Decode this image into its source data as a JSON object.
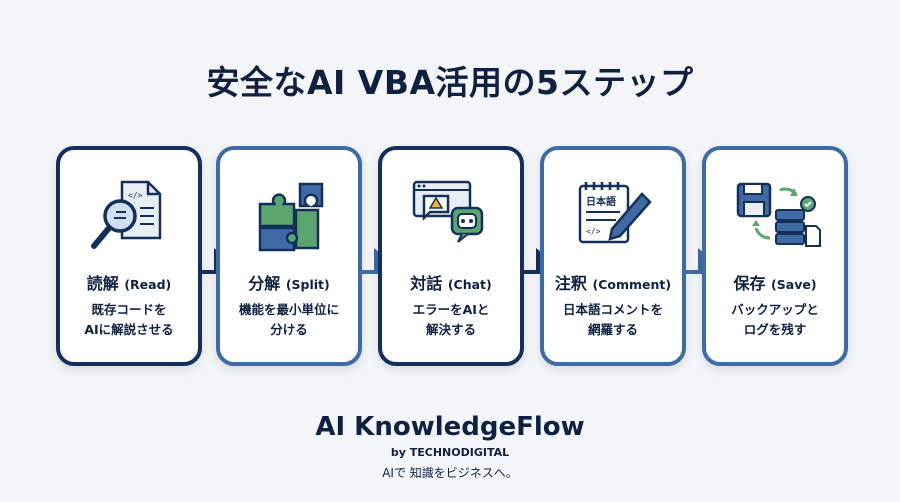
{
  "title": "安全なAI VBA活用の5ステップ",
  "steps": [
    {
      "title": "読解",
      "title_en": "(Read)",
      "line1": "既存コードを",
      "line2": "AIに解説させる",
      "icon": "magnifier-document-icon"
    },
    {
      "title": "分解",
      "title_en": "(Split)",
      "line1": "機能を最小単位に",
      "line2": "分ける",
      "icon": "puzzle-icon"
    },
    {
      "title": "対話",
      "title_en": "(Chat)",
      "line1": "エラーをAIと",
      "line2": "解決する",
      "icon": "chat-robot-icon"
    },
    {
      "title": "注釈",
      "title_en": "(Comment)",
      "line1": "日本語コメントを",
      "line2": "網羅する",
      "icon": "notepad-pen-icon",
      "notepad_label": "日本語"
    },
    {
      "title": "保存",
      "title_en": "(Save)",
      "line1": "バックアップと",
      "line2": "ログを残す",
      "icon": "save-backup-icon"
    }
  ],
  "brand": {
    "name": "AI KnowledgeFlow",
    "by": "by TECHNODIGITAL",
    "tagline": "AIで 知識をビジネスへ。"
  },
  "colors": {
    "navy": "#14305a",
    "blue": "#3f6aa4",
    "green": "#5aa66e",
    "background": "#f3f5f8"
  }
}
